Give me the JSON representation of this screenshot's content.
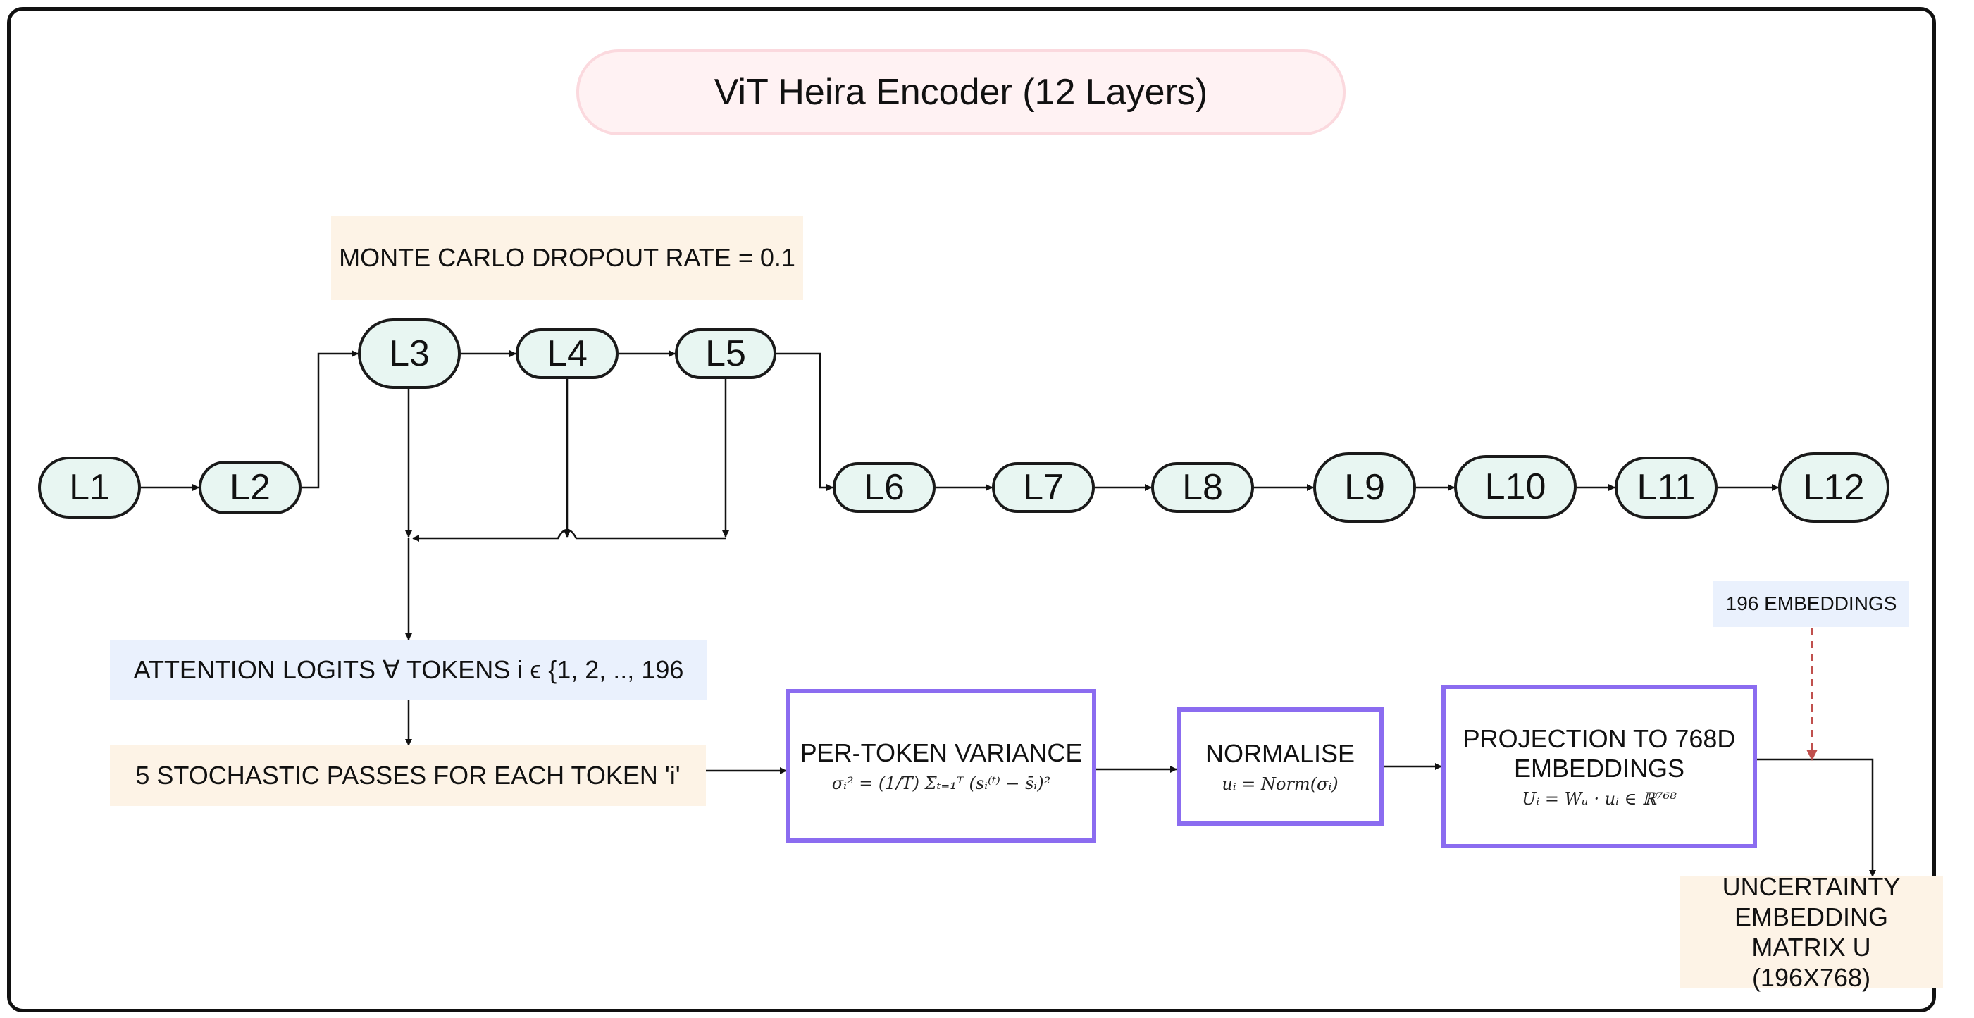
{
  "title": "ViT Heira Encoder (12 Layers)",
  "dropout_note": "MONTE CARLO DROPOUT RATE = 0.1",
  "layers": [
    "L1",
    "L2",
    "L3",
    "L4",
    "L5",
    "L6",
    "L7",
    "L8",
    "L9",
    "L10",
    "L11",
    "L12"
  ],
  "attention_logits": "ATTENTION LOGITS ∀ TOKENS i ϵ {1, 2, .., 196",
  "stochastic_passes": "5 STOCHASTIC PASSES FOR EACH TOKEN 'i'",
  "variance": {
    "label": "PER-TOKEN VARIANCE",
    "formula": "σᵢ² = (1/T) Σₜ₌₁ᵀ (sᵢ⁽ᵗ⁾ − s̄ᵢ)²"
  },
  "normalise": {
    "label": "NORMALISE",
    "formula": "uᵢ = Norm(σᵢ)"
  },
  "projection": {
    "label": "PROJECTION TO 768D EMBEDDINGS",
    "formula": "Uᵢ = Wᵤ · uᵢ ∈ ℝ⁷⁶⁸"
  },
  "embeddings_note": "196 EMBEDDINGS",
  "output": "UNCERTAINTY EMBEDDING MATRIX U (196X768)",
  "colors": {
    "layer_fill": "#e8f6f2",
    "process_border": "#8b6cf0",
    "dashed_arrow": "#c0504d"
  }
}
